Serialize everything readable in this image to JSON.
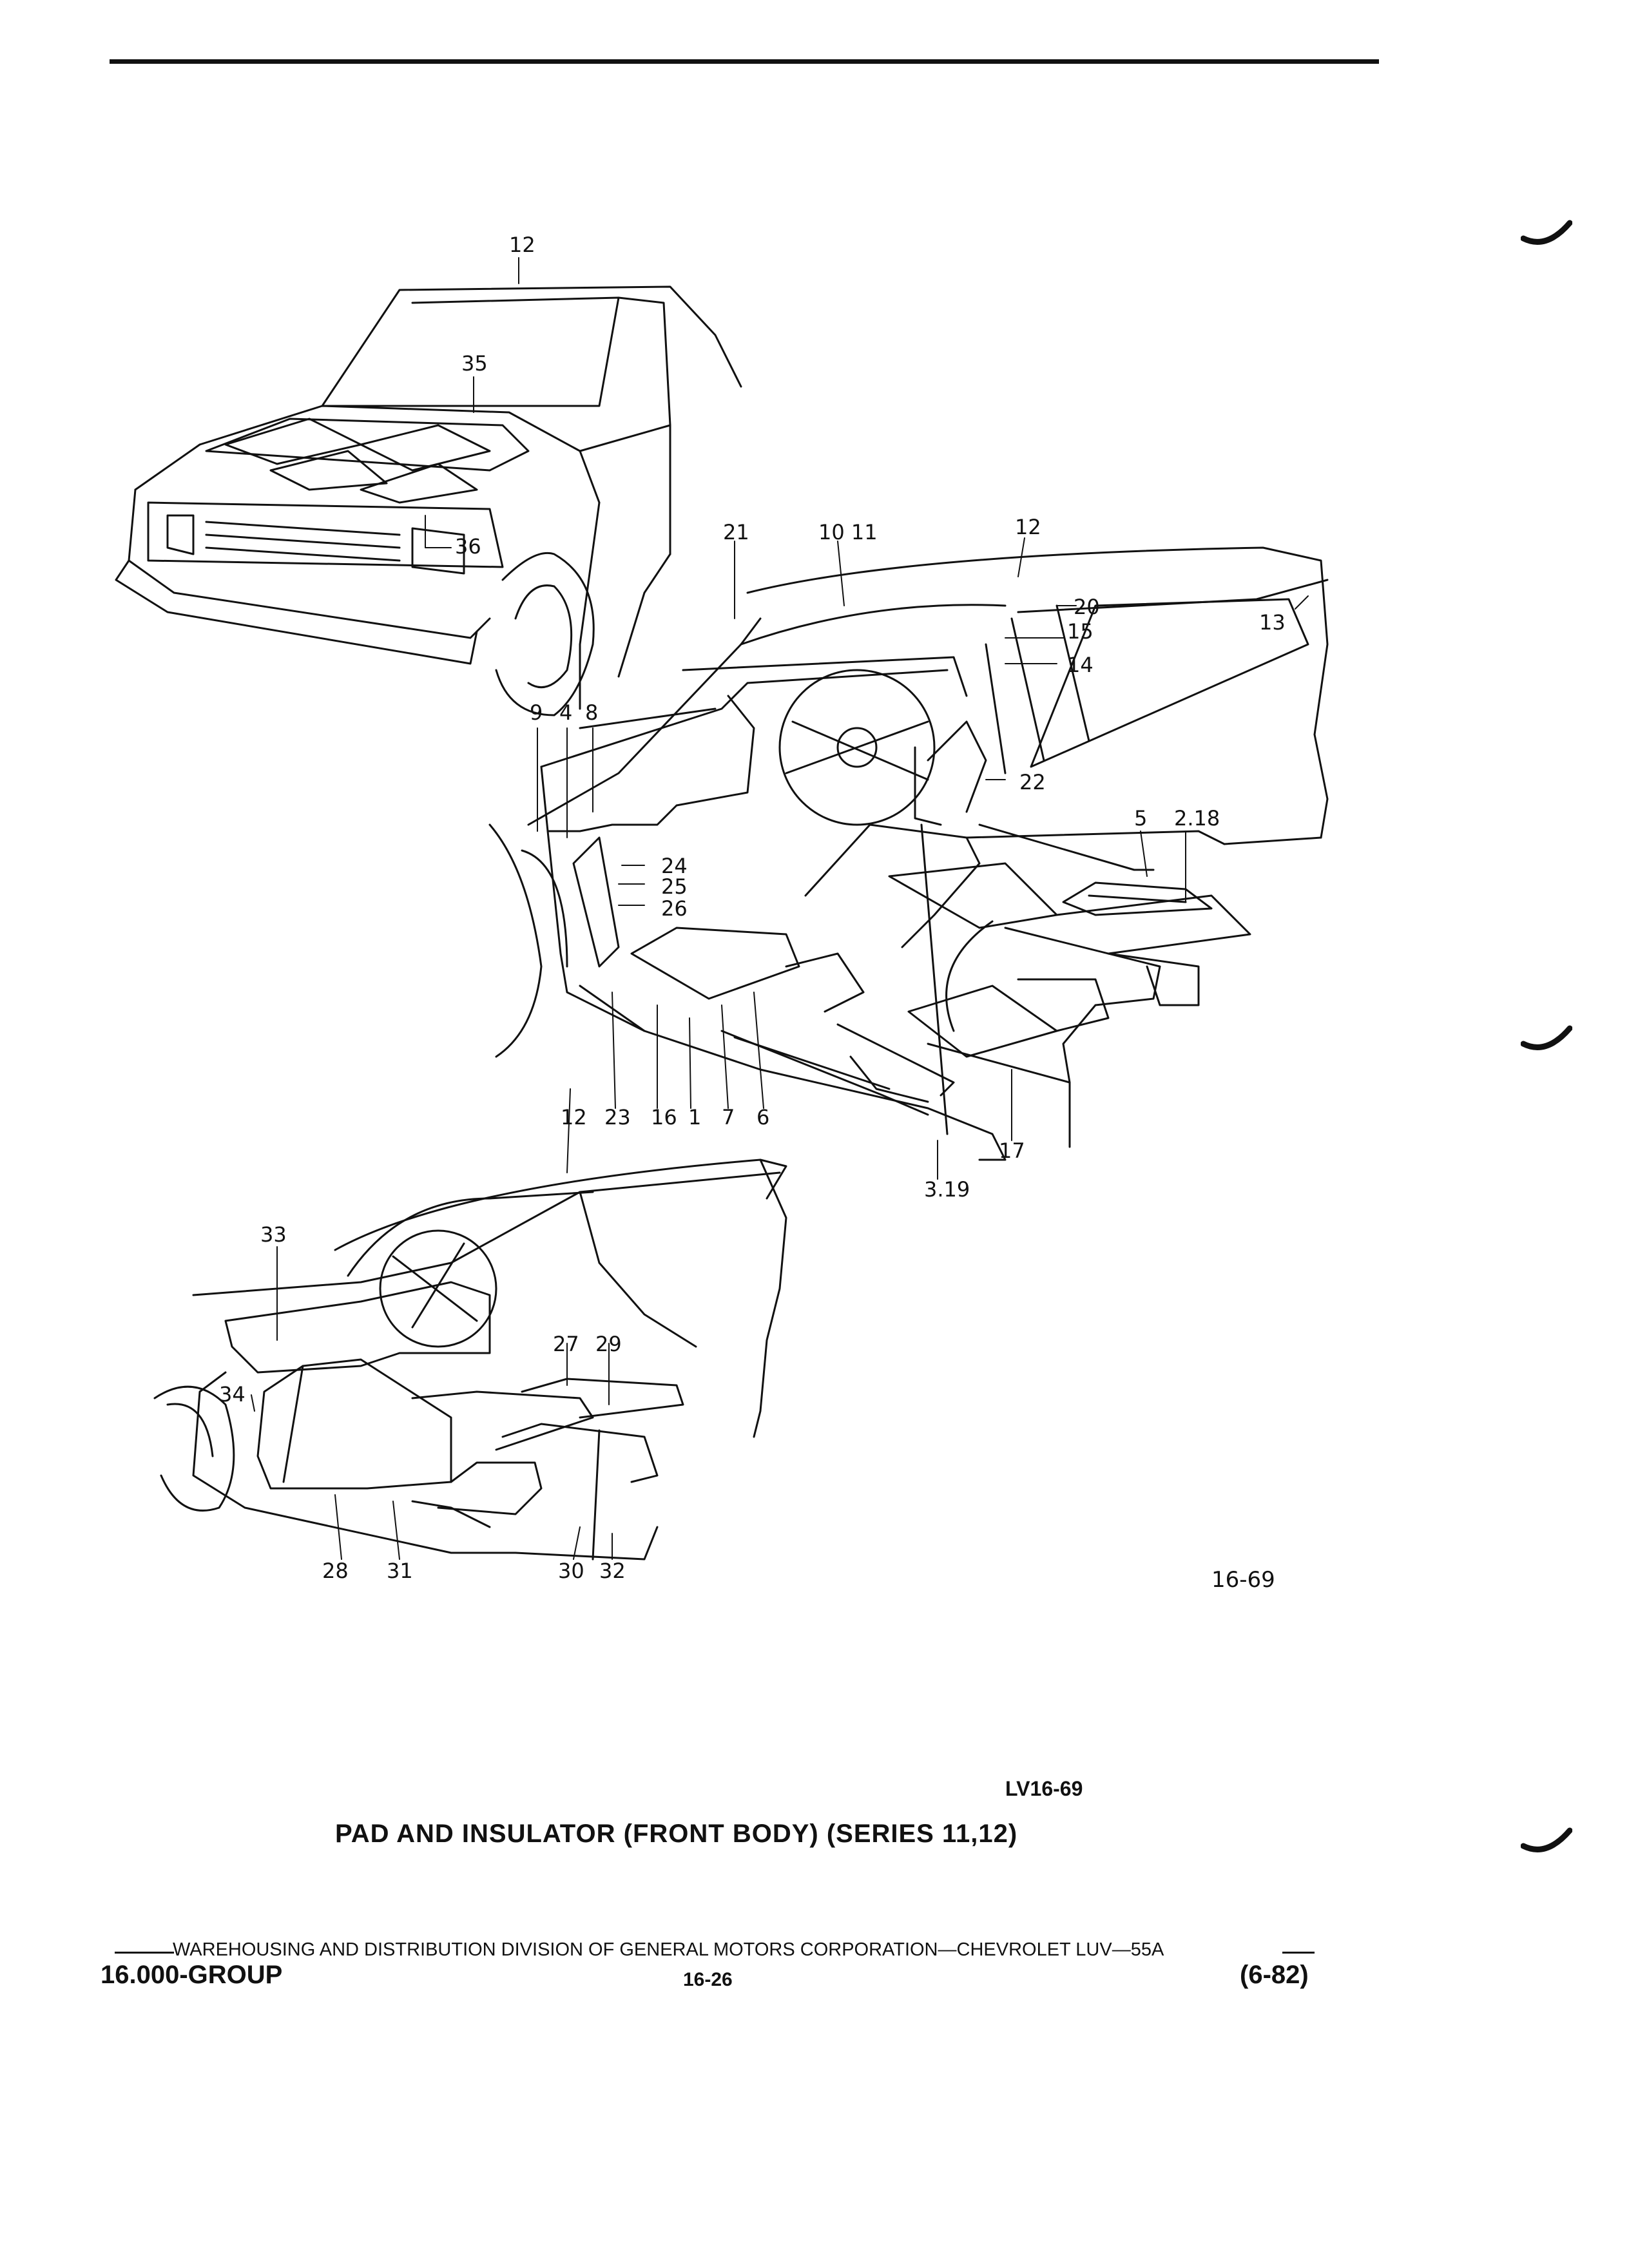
{
  "illustration": {
    "figure_number": "16-69",
    "callouts": {
      "hood_view": [
        "12",
        "35",
        "36"
      ],
      "main_view": [
        "21",
        "10 11",
        "12",
        "20",
        "15",
        "14",
        "13",
        "9",
        "4",
        "8",
        "22",
        "5",
        "2.18",
        "24",
        "25",
        "26",
        "12",
        "23",
        "16",
        "1",
        "7",
        "6",
        "17",
        "3.19"
      ],
      "lower_view": [
        "33",
        "27",
        "29",
        "34",
        "28",
        "31",
        "30",
        "32"
      ]
    }
  },
  "reference_code": "LV16-69",
  "title": "PAD AND INSULATOR (FRONT BODY) (SERIES 11,12)",
  "footer": {
    "text": "WAREHOUSING AND DISTRIBUTION  DIVISION OF GENERAL MOTORS CORPORATION—CHEVROLET LUV—55A",
    "group": "16.000-GROUP",
    "page": "16-26",
    "date": "(6-82)"
  }
}
